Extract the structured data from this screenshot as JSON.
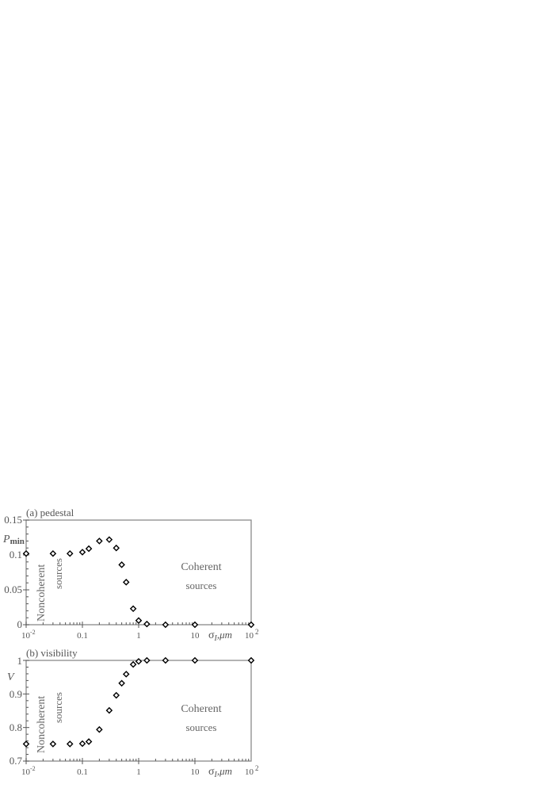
{
  "chart_data": [
    {
      "type": "scatter",
      "panel_label": "(a)  pedestal",
      "title": "pedestal",
      "xlabel": "σI, μm",
      "ylabel": "Pmin",
      "ylabel_main": "P",
      "ylabel_sub": "min",
      "xscale": "log",
      "xlim": [
        0.01,
        100
      ],
      "ylim": [
        0,
        0.15
      ],
      "x_tick_labels": [
        "10-2",
        "0.1",
        "1",
        "10",
        "102"
      ],
      "y_tick_labels": [
        "0",
        "0.05",
        "0.1",
        "0.15"
      ],
      "y_ticks": [
        0,
        0.05,
        0.1,
        0.15
      ],
      "annotations": [
        "Noncoherent",
        "sources",
        "Coherent",
        "sources"
      ],
      "marker": "open-diamond",
      "grid": false,
      "x": [
        0.01,
        0.03,
        0.06,
        0.1,
        0.13,
        0.2,
        0.3,
        0.4,
        0.5,
        0.6,
        0.8,
        1.0,
        1.4,
        3,
        10,
        100
      ],
      "values": [
        0.102,
        0.102,
        0.102,
        0.104,
        0.109,
        0.12,
        0.122,
        0.11,
        0.086,
        0.061,
        0.023,
        0.006,
        0.001,
        0.0,
        0.0,
        0.0
      ]
    },
    {
      "type": "scatter",
      "panel_label": "(b)  visibility",
      "title": "visibility",
      "xlabel": "σI, μm",
      "ylabel": "V",
      "xscale": "log",
      "xlim": [
        0.01,
        100
      ],
      "ylim": [
        0.7,
        1.0
      ],
      "x_tick_labels": [
        "10-2",
        "0.1",
        "1",
        "10",
        "102"
      ],
      "y_tick_labels": [
        "0.7",
        "0.8",
        "0.9",
        "1"
      ],
      "y_ticks": [
        0.7,
        0.8,
        0.9,
        1.0
      ],
      "annotations": [
        "Noncoherent",
        "sources",
        "Coherent",
        "sources"
      ],
      "marker": "open-diamond",
      "grid": false,
      "x": [
        0.01,
        0.03,
        0.06,
        0.1,
        0.13,
        0.2,
        0.3,
        0.4,
        0.5,
        0.6,
        0.8,
        1.0,
        1.4,
        3,
        10,
        100
      ],
      "values": [
        0.751,
        0.751,
        0.751,
        0.752,
        0.758,
        0.794,
        0.851,
        0.896,
        0.932,
        0.959,
        0.988,
        0.997,
        1.0,
        1.0,
        1.0,
        1.0
      ]
    }
  ],
  "panels": {
    "a": {
      "label": "(a)  pedestal",
      "ylabel_main": "P",
      "ylabel_sub": "min",
      "yticks": [
        "0.15",
        "0.1",
        "0.05",
        "0"
      ],
      "noncoherent_1": "Noncoherent",
      "noncoherent_2": "sources",
      "coherent_1": "Coherent",
      "coherent_2": "sources",
      "x_ticks": {
        "t1_base": "10",
        "t1_exp": "-2",
        "t2": "0.1",
        "t3": "1",
        "t4": "10",
        "t5_base": "10",
        "t5_exp": "2"
      },
      "xlabel_sigma": "σ",
      "xlabel_sub": "I",
      "xlabel_unit": ",μm"
    },
    "b": {
      "label": "(b)  visibility",
      "ylabel": "V",
      "yticks": [
        "1",
        "0.9",
        "0.8",
        "0.7"
      ],
      "noncoherent_1": "Noncoherent",
      "noncoherent_2": "sources",
      "coherent_1": "Coherent",
      "coherent_2": "sources",
      "x_ticks": {
        "t1_base": "10",
        "t1_exp": "-2",
        "t2": "0.1",
        "t3": "1",
        "t4": "10",
        "t5_base": "10",
        "t5_exp": "2"
      },
      "xlabel_sigma": "σ",
      "xlabel_sub": "I",
      "xlabel_unit": ",μm"
    }
  },
  "colors": {
    "frame": "#8a8a8a",
    "text": "#555555",
    "marker": "#000000"
  }
}
